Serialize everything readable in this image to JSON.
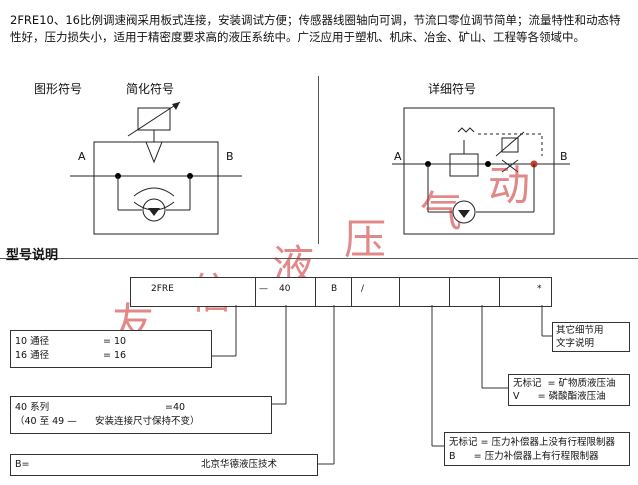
{
  "intro_text": "2FRE10、16比例调速阀采用板式连接，安装调试方便；传感器线圈轴向可调，节流口零位调节简单；流量特性和动态特性好，压力损失小，适用于精密度要求高的液压系统中。广泛应用于塑机、机床、冶金、矿山、工程等各领域中。",
  "symbols": {
    "graphic_label": "图形符号",
    "simplified_label": "简化符号",
    "detailed_label": "详细符号",
    "port_a": "A",
    "port_b": "B"
  },
  "section_title": "型号说明",
  "watermark": [
    "友",
    "信",
    "液",
    "压",
    "气",
    "动"
  ],
  "model_code": {
    "cells": [
      "2FRE",
      "—",
      "40",
      "B",
      "/",
      "",
      "",
      "",
      "*"
    ]
  },
  "callouts": {
    "bore": {
      "line1": "10 通径",
      "val1": "= 10",
      "line2": "16 通径",
      "val2": "= 16"
    },
    "series": {
      "line1": "40 系列",
      "val1": "=40",
      "line2": "（40 至 49 —",
      "line2b": "安装连接尺寸保持不变）"
    },
    "b": {
      "label": "B=",
      "text": "北京华德液压技术"
    },
    "other": {
      "line1": "其它细节用",
      "line2": "文字说明"
    },
    "oil": {
      "line1": "无标记  = 矿物质液压油",
      "line2": "V      = 磷酸酯液压油"
    },
    "comp": {
      "line1": "无标记 = 压力补偿器上没有行程限制器",
      "line2": "B      = 压力补偿器上有行程限制器"
    }
  }
}
